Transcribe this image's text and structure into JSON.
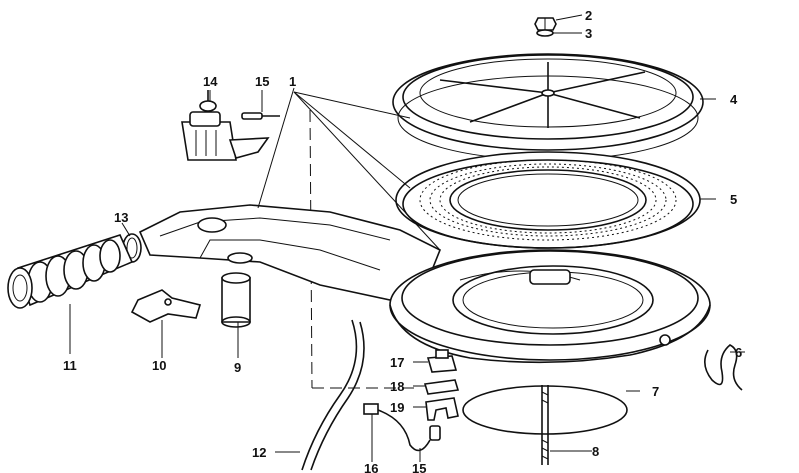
{
  "callouts": {
    "c1": "1",
    "c2": "2",
    "c3": "3",
    "c4": "4",
    "c5": "5",
    "c6": "6",
    "c7": "7",
    "c8": "8",
    "c9": "9",
    "c10": "10",
    "c11": "11",
    "c12": "12",
    "c13": "13",
    "c14": "14",
    "c15a": "15",
    "c15b": "15",
    "c16": "16",
    "c17": "17",
    "c18": "18",
    "c19": "19"
  }
}
